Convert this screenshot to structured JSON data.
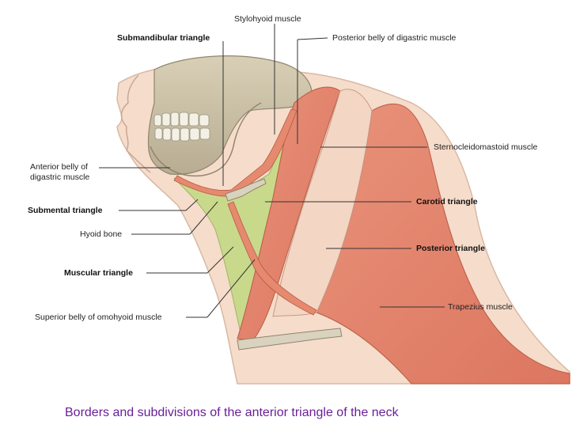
{
  "labels": {
    "stylohyoid": "Stylohyoid muscle",
    "submandibular": "Submandibular triangle",
    "posterior_digastric": "Posterior belly of digastric muscle",
    "sternocleidomastoid": "Sternocleidomastoid muscle",
    "anterior_digastric_line1": "Anterior belly of",
    "anterior_digastric_line2": "digastric muscle",
    "submental": "Submental triangle",
    "carotid": "Carotid triangle",
    "hyoid": "Hyoid bone",
    "posterior_triangle": "Posterior triangle",
    "muscular": "Muscular triangle",
    "trapezius": "Trapezius muscle",
    "superior_omohyoid": "Superior belly of omohyoid muscle"
  },
  "caption": "Borders and subdivisions of the anterior triangle of the neck",
  "colors": {
    "caption": "#6a1f9a",
    "muscle": "#e58a6e",
    "skin": "#f6dccb",
    "bone": "#cfc5ac",
    "triangle_fill": "#c9d98c"
  }
}
